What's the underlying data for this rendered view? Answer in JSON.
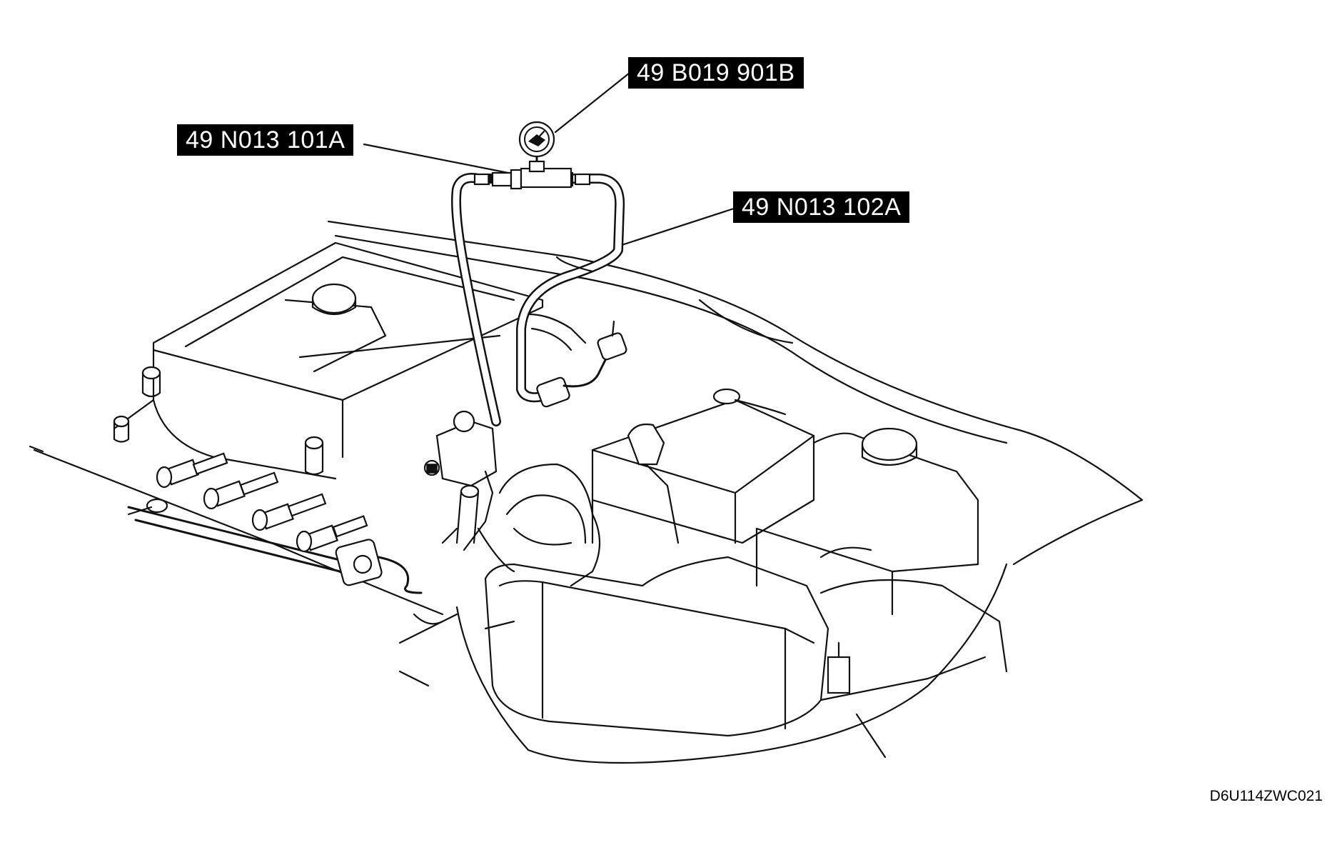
{
  "labels": {
    "pressure_gauge": "49 B019 901B",
    "hose_adapter_a": "49 N013 101A",
    "hose_adapter_b": "49 N013 102A"
  },
  "figure_code": "D6U114ZWC021"
}
